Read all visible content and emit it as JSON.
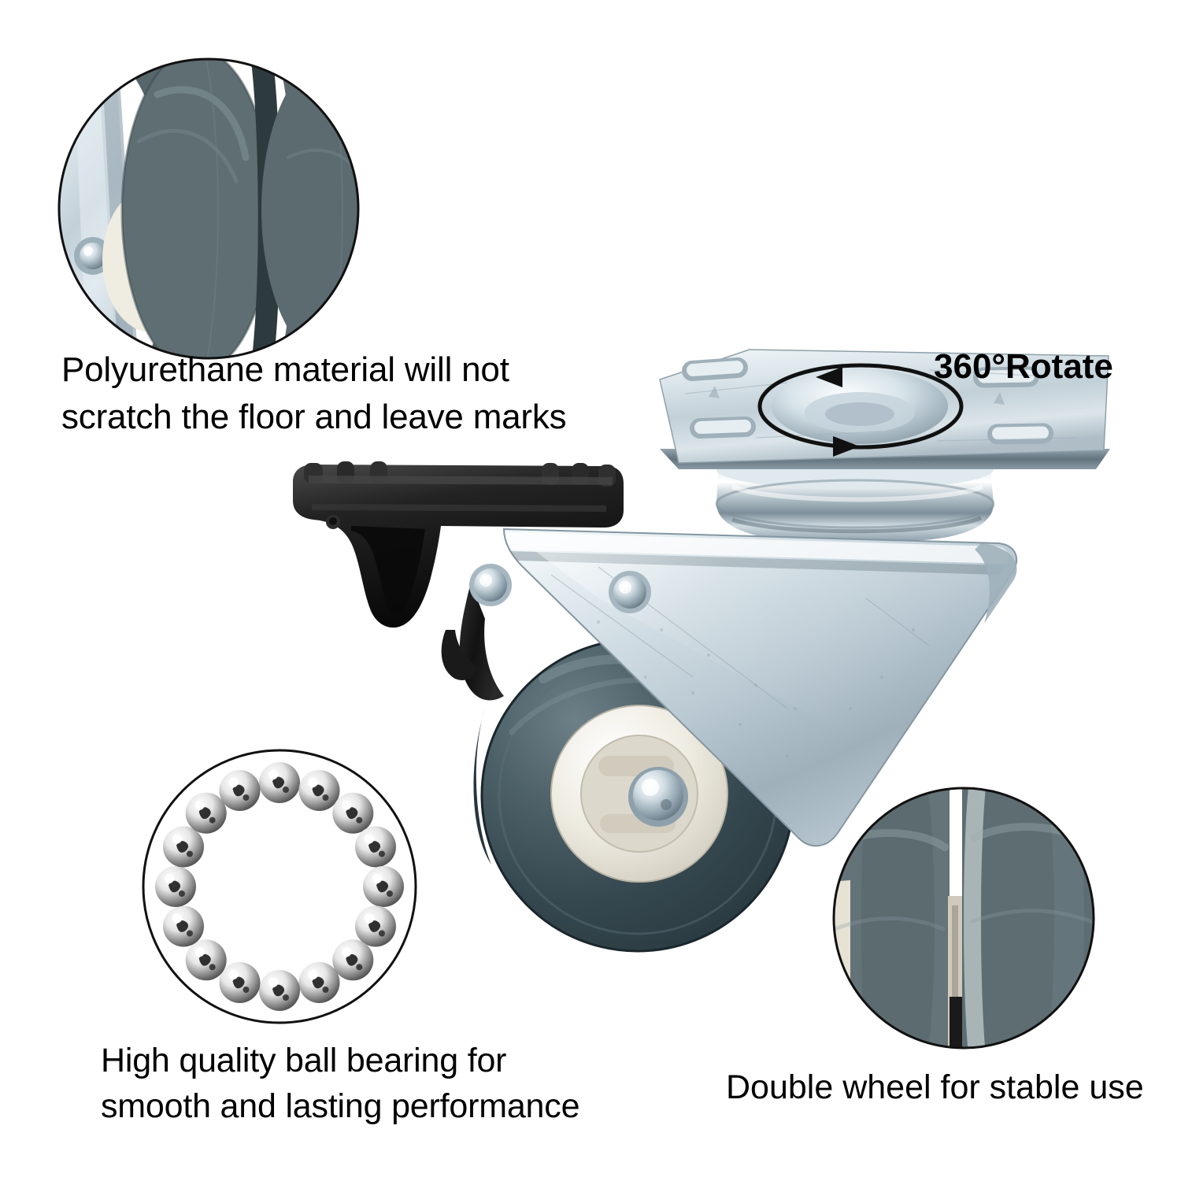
{
  "page": {
    "kind": "product-infographic",
    "product": "swivel caster wheel with brake",
    "background_color": "#ffffff",
    "text_color": "#000000"
  },
  "callouts": [
    {
      "id": "polyurethane",
      "text": "Polyurethane material will not\nscratch the floor and leave marks",
      "media": "circular-closeup-double-wheel-side",
      "position": "top-left"
    },
    {
      "id": "ball-bearing",
      "text": "High quality ball bearing for\nsmooth and lasting performance",
      "media": "circular-ball-bearing-ring",
      "position": "bottom-left"
    },
    {
      "id": "double-wheel",
      "text": "Double wheel for stable use",
      "media": "circular-closeup-wheel-gap",
      "position": "bottom-right"
    }
  ],
  "annotations": {
    "rotate_label": "360°Rotate",
    "rotate_arrows": [
      "arrow-left-top",
      "arrow-right-bottom"
    ]
  },
  "ball_bearing": {
    "ball_count": 16,
    "ring_outline_color": "#111111"
  },
  "colors": {
    "pu_tread_light": "#5d6c70",
    "pu_tread_dark": "#33464e",
    "pu_tread_mid": "#4a5d63",
    "hub_cream": "#e6e2d6",
    "hub_white": "#f2efe7",
    "zinc_light": "#e9eef1",
    "zinc_mid": "#b9c6cd",
    "zinc_dark": "#7c8e99",
    "zinc_shadow": "#5c6d77",
    "brake_black": "#151515",
    "brake_black_hi": "#3c3c3c",
    "outline": "#111111"
  },
  "labels": {
    "top_left_circle": "polyurethane-closeup",
    "bottom_left_circle": "ball-bearing-closeup",
    "bottom_right_circle": "double-wheel-closeup",
    "main_product": "caster-assembly",
    "mount_plate": "top-mounting-plate",
    "swivel": "swivel-raceway",
    "fork": "fork-bracket",
    "wheel": "main-wheel",
    "brake": "brake-pedal"
  }
}
